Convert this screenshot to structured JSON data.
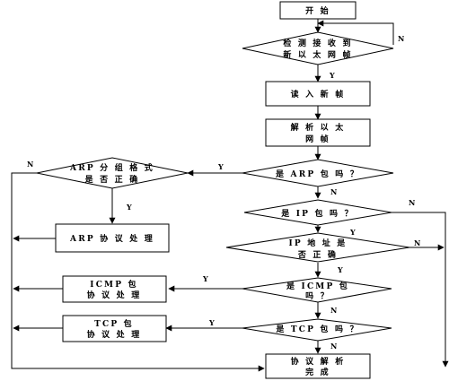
{
  "nodes": {
    "start": "开 始",
    "detect": [
      "检 测 接 收 到",
      "新 以 太 网 帧"
    ],
    "read": "读 入 新 帧",
    "parse_eth": [
      "解 析 以 太",
      "网 帧"
    ],
    "is_arp": "是 ARP 包 吗 ？",
    "arp_ok": [
      "ARP 分 组 格 式",
      "是 否 正 确"
    ],
    "arp_proc": "ARP 协 议 处 理",
    "is_ip": "是 IP 包 吗 ？",
    "ip_addr_ok": [
      "IP 地 址 是",
      "否 正 确"
    ],
    "is_icmp": [
      "是 ICMP 包",
      "吗 ？"
    ],
    "icmp_proc": [
      "ICMP 包",
      "协 议 处 理"
    ],
    "is_tcp": "是 TCP 包 吗 ？",
    "tcp_proc": [
      "TCP 包",
      "协 议 处 理"
    ],
    "done": [
      "协 议 解 析",
      "完 成"
    ]
  },
  "labels": {
    "yes": "Y",
    "no": "N"
  }
}
